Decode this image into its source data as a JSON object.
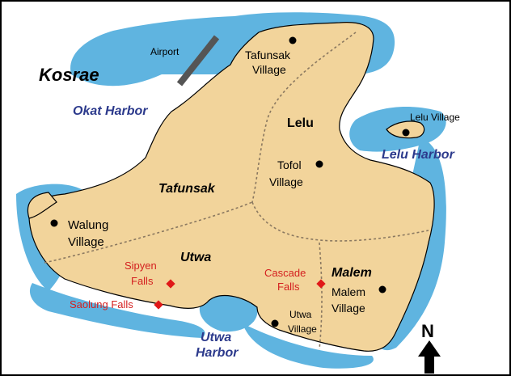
{
  "map": {
    "title": "Kosrae",
    "colors": {
      "water": "#5fb4e0",
      "land": "#f2d49b",
      "outline": "#000000",
      "boundary": "#8a7860",
      "runway": "#555555",
      "falls_marker": "#e01818",
      "falls_label": "#d42020",
      "water_label": "#2c3a8c"
    },
    "water_labels": {
      "okat_harbor": "Okat Harbor",
      "lelu_harbor": "Lelu Harbor",
      "utwa_harbor_line1": "Utwa",
      "utwa_harbor_line2": "Harbor"
    },
    "municipalities": {
      "lelu": "Lelu",
      "tafunsak": "Tafunsak",
      "utwa": "Utwa",
      "malem": "Malem"
    },
    "places": {
      "airport": "Airport",
      "tafunsak_village_line1": "Tafunsak",
      "tafunsak_village_line2": "Village",
      "lelu_village": "Lelu Village",
      "tofol_village_line1": "Tofol",
      "tofol_village_line2": "Village",
      "walung_village_line1": "Walung",
      "walung_village_line2": "Village",
      "malem_village_line1": "Malem",
      "malem_village_line2": "Village",
      "utwa_village_line1": "Utwa",
      "utwa_village_line2": "Village"
    },
    "falls": {
      "sipyen_line1": "Sipyen",
      "sipyen_line2": "Falls",
      "saolung": "Saolung Falls",
      "cascade_line1": "Cascade",
      "cascade_line2": "Falls"
    },
    "compass": {
      "north_label": "N",
      "icon": "north-arrow-icon"
    }
  }
}
